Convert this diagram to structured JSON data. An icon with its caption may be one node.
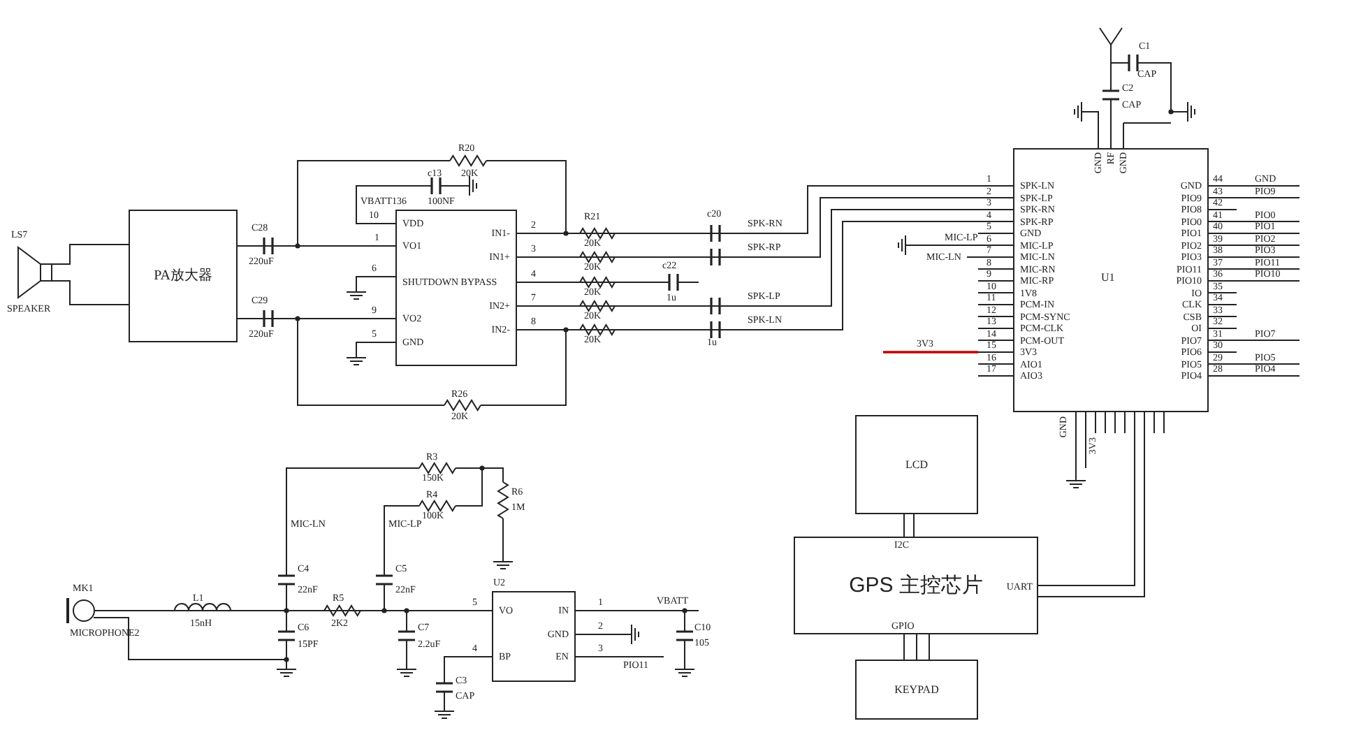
{
  "diagram": {
    "nodes": [
      {
        "text": [],
        "shape": "picture",
        "beside": [
          "LS7",
          "SPEAKER"
        ]
      },
      {
        "text": [
          "PA放大器"
        ]
      },
      {
        "text": [
          "VDD",
          "VO1",
          "SHUTDOWN BYPASS",
          "VO2",
          "GND",
          "IN1-",
          "IN1+",
          "IN2+",
          "IN2-"
        ]
      },
      {
        "text": [
          "U1",
          "SPK-LN",
          "SPK-LP",
          "SPK-RN",
          "SPK-RP",
          "GND",
          "MIC-LP",
          "MIC-LN",
          "MIC-RN",
          "MIC-RP",
          "1V8",
          "PCM-IN",
          "PCM-SYNC",
          "PCM-CLK",
          "PCM-OUT",
          "3V3",
          "AIO1",
          "AIO3",
          "GND",
          "PIO9",
          "PIO8",
          "PIO0",
          "PIO1",
          "PIO2",
          "PIO3",
          "PIO11",
          "PIO10",
          "IO",
          "CLK",
          "CSB",
          "OI",
          "PIO7",
          "PIO6",
          "PIO5",
          "PIO4",
          "GND",
          "RF",
          "GND"
        ]
      },
      {
        "text": [
          "LCD"
        ]
      },
      {
        "text": [
          "GPS 主控芯片",
          "I2C",
          "UART",
          "GPIO"
        ]
      },
      {
        "text": [
          "KEYPAD"
        ]
      },
      {
        "text": [],
        "shape": "circle",
        "beside": [
          "MK1",
          "MICROPHONE2"
        ]
      },
      {
        "text": [
          "VO",
          "IN",
          "GND",
          "BP",
          "EN"
        ],
        "beside": [
          "U2"
        ]
      }
    ],
    "edges": [
      {
        "from": 0,
        "to": 1,
        "arrow": "none"
      },
      {
        "from": 0,
        "to": 1,
        "arrow": "none"
      },
      {
        "from": 1,
        "to": 2,
        "arrow": "none"
      },
      {
        "from": 1,
        "to": 2,
        "arrow": "none"
      },
      {
        "from": 2,
        "to": 3,
        "arrow": "none",
        "label": "SPK-RN"
      },
      {
        "from": 2,
        "to": 3,
        "arrow": "none",
        "label": "SPK-RP"
      },
      {
        "from": 2,
        "to": 3,
        "arrow": "none",
        "label": "SPK-LP"
      },
      {
        "from": 2,
        "to": 3,
        "arrow": "none",
        "label": "SPK-LN"
      },
      {
        "from": 4,
        "to": 5,
        "arrow": "none"
      },
      {
        "from": 4,
        "to": 5,
        "arrow": "none"
      },
      {
        "from": 5,
        "to": 6,
        "arrow": "none"
      },
      {
        "from": 5,
        "to": 6,
        "arrow": "none"
      },
      {
        "from": 5,
        "to": 6,
        "arrow": "none"
      },
      {
        "from": 5,
        "to": 3,
        "arrow": "none"
      },
      {
        "from": 5,
        "to": 3,
        "arrow": "none"
      },
      {
        "from": 7,
        "to": 8,
        "arrow": "none"
      }
    ],
    "labels": [
      "R20",
      "c13",
      "20K",
      "VBATT136",
      "100NF",
      "10",
      "C28",
      "220uF",
      "1",
      "2",
      "3",
      "6",
      "4",
      "7",
      "C29",
      "220uF",
      "9",
      "8",
      "5",
      "R26",
      "20K",
      "R21",
      "20K",
      "20K",
      "20K",
      "20K",
      "20K",
      "c20",
      "c22",
      "1u",
      "1u",
      "MIC-LP",
      "MIC-LN",
      "3V3",
      "C1",
      "CAP",
      "C2",
      "CAP",
      "1",
      "2",
      "3",
      "4",
      "5",
      "6",
      "7",
      "8",
      "9",
      "10",
      "11",
      "12",
      "13",
      "14",
      "15",
      "16",
      "17",
      "44",
      "43",
      "42",
      "41",
      "40",
      "39",
      "38",
      "37",
      "36",
      "35",
      "34",
      "33",
      "32",
      "31",
      "30",
      "29",
      "28",
      "GND",
      "PIO9",
      "PIO0",
      "PIO1",
      "PIO2",
      "PIO3",
      "PIO11",
      "PIO10",
      "PIO7",
      "PIO5",
      "PIO4",
      "GND",
      "3V3",
      "R3",
      "150K",
      "R4",
      "100K",
      "R6",
      "1M",
      "MIC-LN",
      "MIC-LP",
      "C4",
      "22nF",
      "C5",
      "22nF",
      "5",
      "1",
      "VBATT",
      "L1",
      "15nH",
      "R5",
      "2K2",
      "2",
      "C10",
      "105",
      "C6",
      "15PF",
      "C7",
      "2.2uF",
      "4",
      "3",
      "PIO11",
      "C3",
      "CAP"
    ]
  }
}
